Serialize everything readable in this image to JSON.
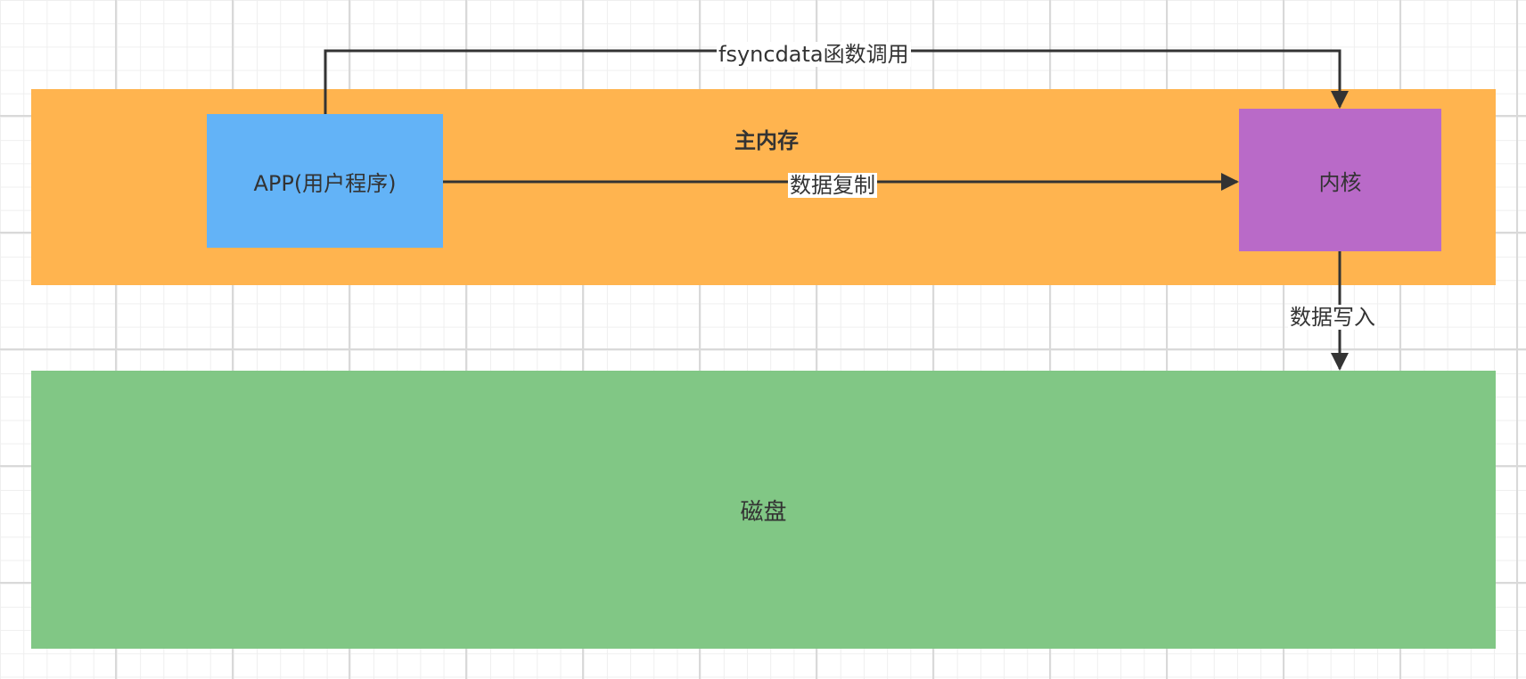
{
  "diagram": {
    "memory_title": "主内存",
    "nodes": {
      "app": "APP(用户程序)",
      "kernel": "内核",
      "disk": "磁盘"
    },
    "edges": {
      "fsync_call": "fsyncdata函数调用",
      "data_copy": "数据复制",
      "data_write": "数据写入"
    },
    "colors": {
      "memory": "#ffb44f",
      "app": "#63b3f7",
      "kernel": "#b96ac8",
      "disk": "#81c785",
      "arrow": "#333333"
    }
  }
}
